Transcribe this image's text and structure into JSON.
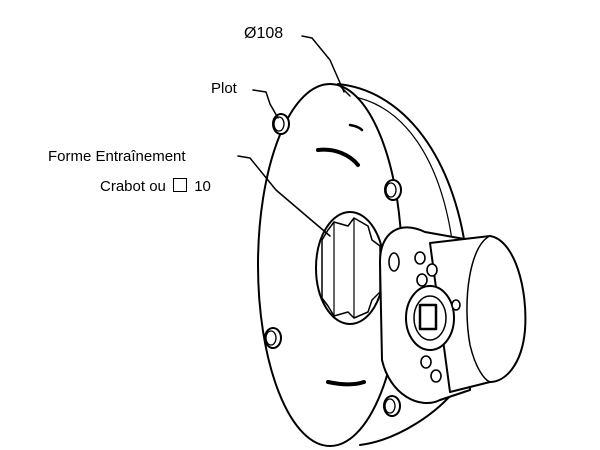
{
  "labels": {
    "diameter": "Ø108",
    "plot": "Plot",
    "drive_shape": "Forme Entraînement",
    "crabot_prefix": "Crabot ou",
    "crabot_size": "10"
  }
}
